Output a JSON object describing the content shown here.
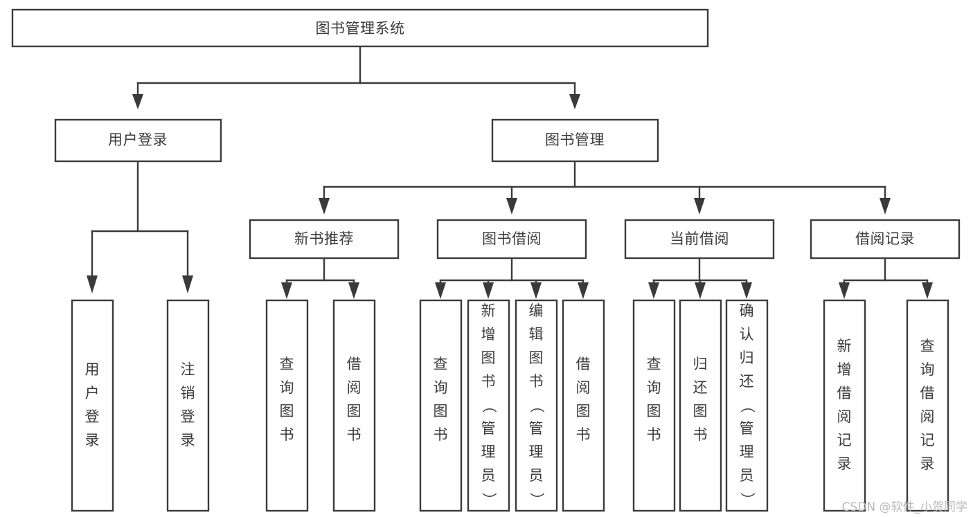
{
  "diagram": {
    "type": "tree-hierarchy",
    "title": "图书管理系统",
    "orientation": "top-down",
    "background_color": "#ffffff",
    "line_color": "#3a3a3a",
    "text_color": "#3b3b3b",
    "root": {
      "label": "图书管理系统"
    },
    "level2": [
      {
        "label": "用户登录"
      },
      {
        "label": "图书管理"
      }
    ],
    "level3": [
      {
        "label": "新书推荐",
        "parent": "图书管理"
      },
      {
        "label": "图书借阅",
        "parent": "图书管理"
      },
      {
        "label": "当前借阅",
        "parent": "图书管理"
      },
      {
        "label": "借阅记录",
        "parent": "图书管理"
      }
    ],
    "leaves": {
      "user_login": [
        {
          "label": "用户登录"
        },
        {
          "label": "注销登录"
        }
      ],
      "new_book_recommend": [
        {
          "label": "查询图书"
        },
        {
          "label": "借阅图书"
        }
      ],
      "book_borrow": [
        {
          "label": "查询图书"
        },
        {
          "label": "新增图书（管理员）"
        },
        {
          "label": "编辑图书（管理员）"
        },
        {
          "label": "借阅图书"
        }
      ],
      "current_borrow": [
        {
          "label": "查询图书"
        },
        {
          "label": "归还图书"
        },
        {
          "label": "确认归还（管理员）"
        }
      ],
      "borrow_record": [
        {
          "label": "新增借阅记录"
        },
        {
          "label": "查询借阅记录"
        }
      ]
    }
  },
  "watermark": {
    "text": "CSDN @软件_小贺同学"
  }
}
